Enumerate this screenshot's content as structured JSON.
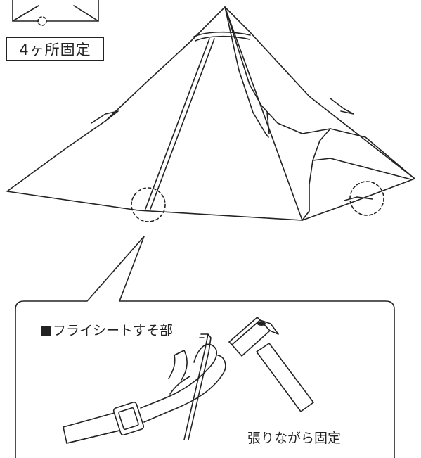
{
  "labels": {
    "fixing_points": "4ヶ所固定",
    "callout_title": "フライシートすそ部",
    "instruction": "張りながら固定"
  },
  "icons": {
    "callout_bullet": "black-square-icon",
    "tool": "hammer-icon",
    "anchor": "peg-icon"
  },
  "colors": {
    "line": "#222222",
    "background": "#ffffff"
  }
}
